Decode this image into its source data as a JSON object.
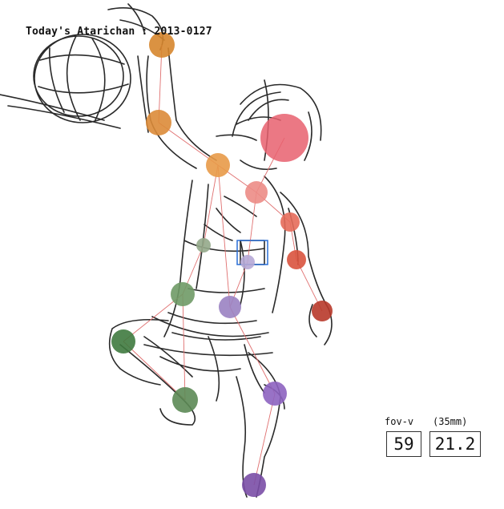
{
  "title": "Today's Atarichan : 2013-0127",
  "fov": {
    "label": "fov-v",
    "lens_label": "(35mm)",
    "value": "59",
    "lens_value": "21.2"
  },
  "colors": {
    "sketch": "#2a2a2a",
    "bone": "#e07070",
    "head": "#e8606e",
    "selection": "#2a6fd6"
  },
  "joints": [
    {
      "name": "head-joint",
      "color": "#e8606e"
    },
    {
      "name": "right-hand-joint",
      "color": "#d6862e"
    },
    {
      "name": "right-elbow-joint",
      "color": "#db8b38"
    },
    {
      "name": "right-shoulder-joint",
      "color": "#e89a48"
    },
    {
      "name": "neck-joint",
      "color": "#ec8c86"
    },
    {
      "name": "left-shoulder-joint",
      "color": "#e56c5a"
    },
    {
      "name": "left-elbow-joint",
      "color": "#d9533e"
    },
    {
      "name": "left-hand-joint",
      "color": "#b8382a"
    },
    {
      "name": "chest-joint",
      "color": "#93a889"
    },
    {
      "name": "hip-center-joint",
      "color": "#b6a9d6"
    },
    {
      "name": "right-hip-joint",
      "color": "#6f9a66"
    },
    {
      "name": "left-hip-joint",
      "color": "#9a82c2"
    },
    {
      "name": "right-knee-joint",
      "color": "#3f7a3f"
    },
    {
      "name": "right-foot-joint",
      "color": "#5c8a55"
    },
    {
      "name": "left-knee-joint",
      "color": "#8d63c0"
    },
    {
      "name": "left-foot-joint",
      "color": "#7a4ea6"
    }
  ]
}
